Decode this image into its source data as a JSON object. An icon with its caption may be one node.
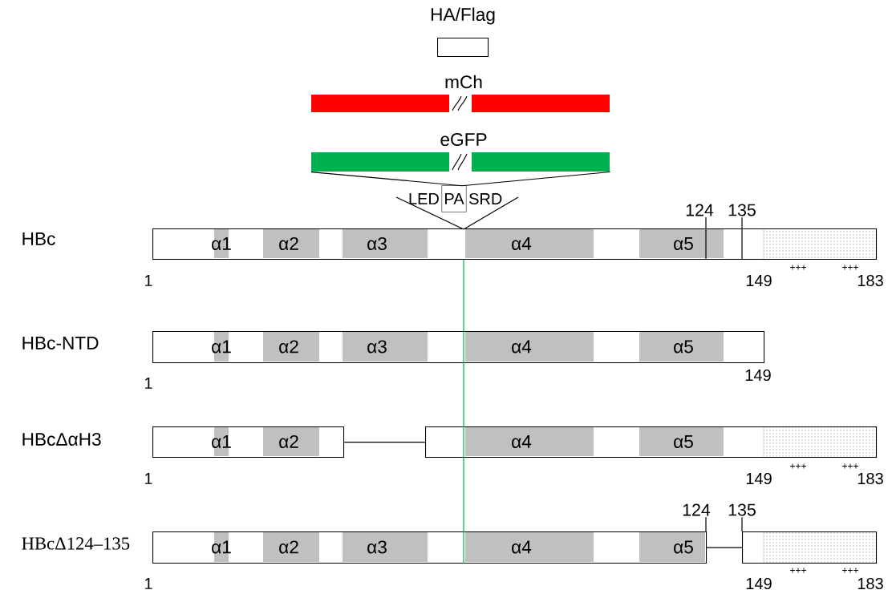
{
  "diagram": {
    "nodes": [
      {
        "text": [
          "HA/Flag"
        ]
      },
      {
        "text": [
          "mCh"
        ]
      },
      {
        "text": [
          "eGFP"
        ]
      },
      {
        "text": [
          "PA"
        ],
        "beside": [
          "LED",
          "SRD"
        ]
      },
      {
        "text": [],
        "shape": "box"
      },
      {
        "text": [
          "α1"
        ],
        "in": 4
      },
      {
        "text": [
          "α2"
        ],
        "in": 4
      },
      {
        "text": [
          "α3"
        ],
        "in": 4
      },
      {
        "text": [
          "α4"
        ],
        "in": 4
      },
      {
        "text": [
          "α5"
        ],
        "in": 4
      },
      {
        "text": [],
        "shape": "box"
      },
      {
        "text": [
          "α1"
        ],
        "in": 10
      },
      {
        "text": [
          "α2"
        ],
        "in": 10
      },
      {
        "text": [
          "α3"
        ],
        "in": 10
      },
      {
        "text": [
          "α4"
        ],
        "in": 10
      },
      {
        "text": [
          "α5"
        ],
        "in": 10
      },
      {
        "text": [],
        "shape": "box"
      },
      {
        "text": [
          "α1"
        ],
        "in": 16
      },
      {
        "text": [
          "α2"
        ],
        "in": 16
      },
      {
        "text": [],
        "shape": "box"
      },
      {
        "text": [
          "α4"
        ],
        "in": 19
      },
      {
        "text": [
          "α5"
        ],
        "in": 19
      },
      {
        "text": [],
        "shape": "box"
      },
      {
        "text": [
          "α1"
        ],
        "in": 22
      },
      {
        "text": [
          "α2"
        ],
        "in": 22
      },
      {
        "text": [
          "α3"
        ],
        "in": 22
      },
      {
        "text": [
          "α4"
        ],
        "in": 22
      },
      {
        "text": [
          "α5"
        ],
        "in": 22
      },
      {
        "text": [],
        "shape": "box"
      },
      {
        "text": [
          "124"
        ]
      },
      {
        "text": [
          "135"
        ]
      },
      {
        "text": [
          "124"
        ]
      },
      {
        "text": [
          "135"
        ]
      }
    ],
    "edges": [
      {
        "from": 2,
        "to": 3,
        "arrow": "none"
      },
      {
        "from": 3,
        "to": 4,
        "arrow": "none"
      },
      {
        "from": 16,
        "to": 19,
        "arrow": "none"
      },
      {
        "from": 22,
        "to": 28,
        "arrow": "none"
      },
      {
        "from": 29,
        "to": 4,
        "arrow": "none"
      },
      {
        "from": 30,
        "to": 4,
        "arrow": "none"
      },
      {
        "from": 31,
        "to": 22,
        "arrow": "none"
      },
      {
        "from": 32,
        "to": 28,
        "arrow": "none"
      },
      {
        "from": 4,
        "to": 22,
        "arrow": "none",
        "color": "#00b050"
      }
    ],
    "labels": [
      "HBc",
      "1",
      "149",
      "+++",
      "+++",
      "183",
      "HBc-NTD",
      "1",
      "149",
      "HBcΔαH3",
      "1",
      "149",
      "+++",
      "+++",
      "183",
      "HBcΔ124–135",
      "1",
      "149",
      "+++",
      "+++",
      "183"
    ]
  }
}
